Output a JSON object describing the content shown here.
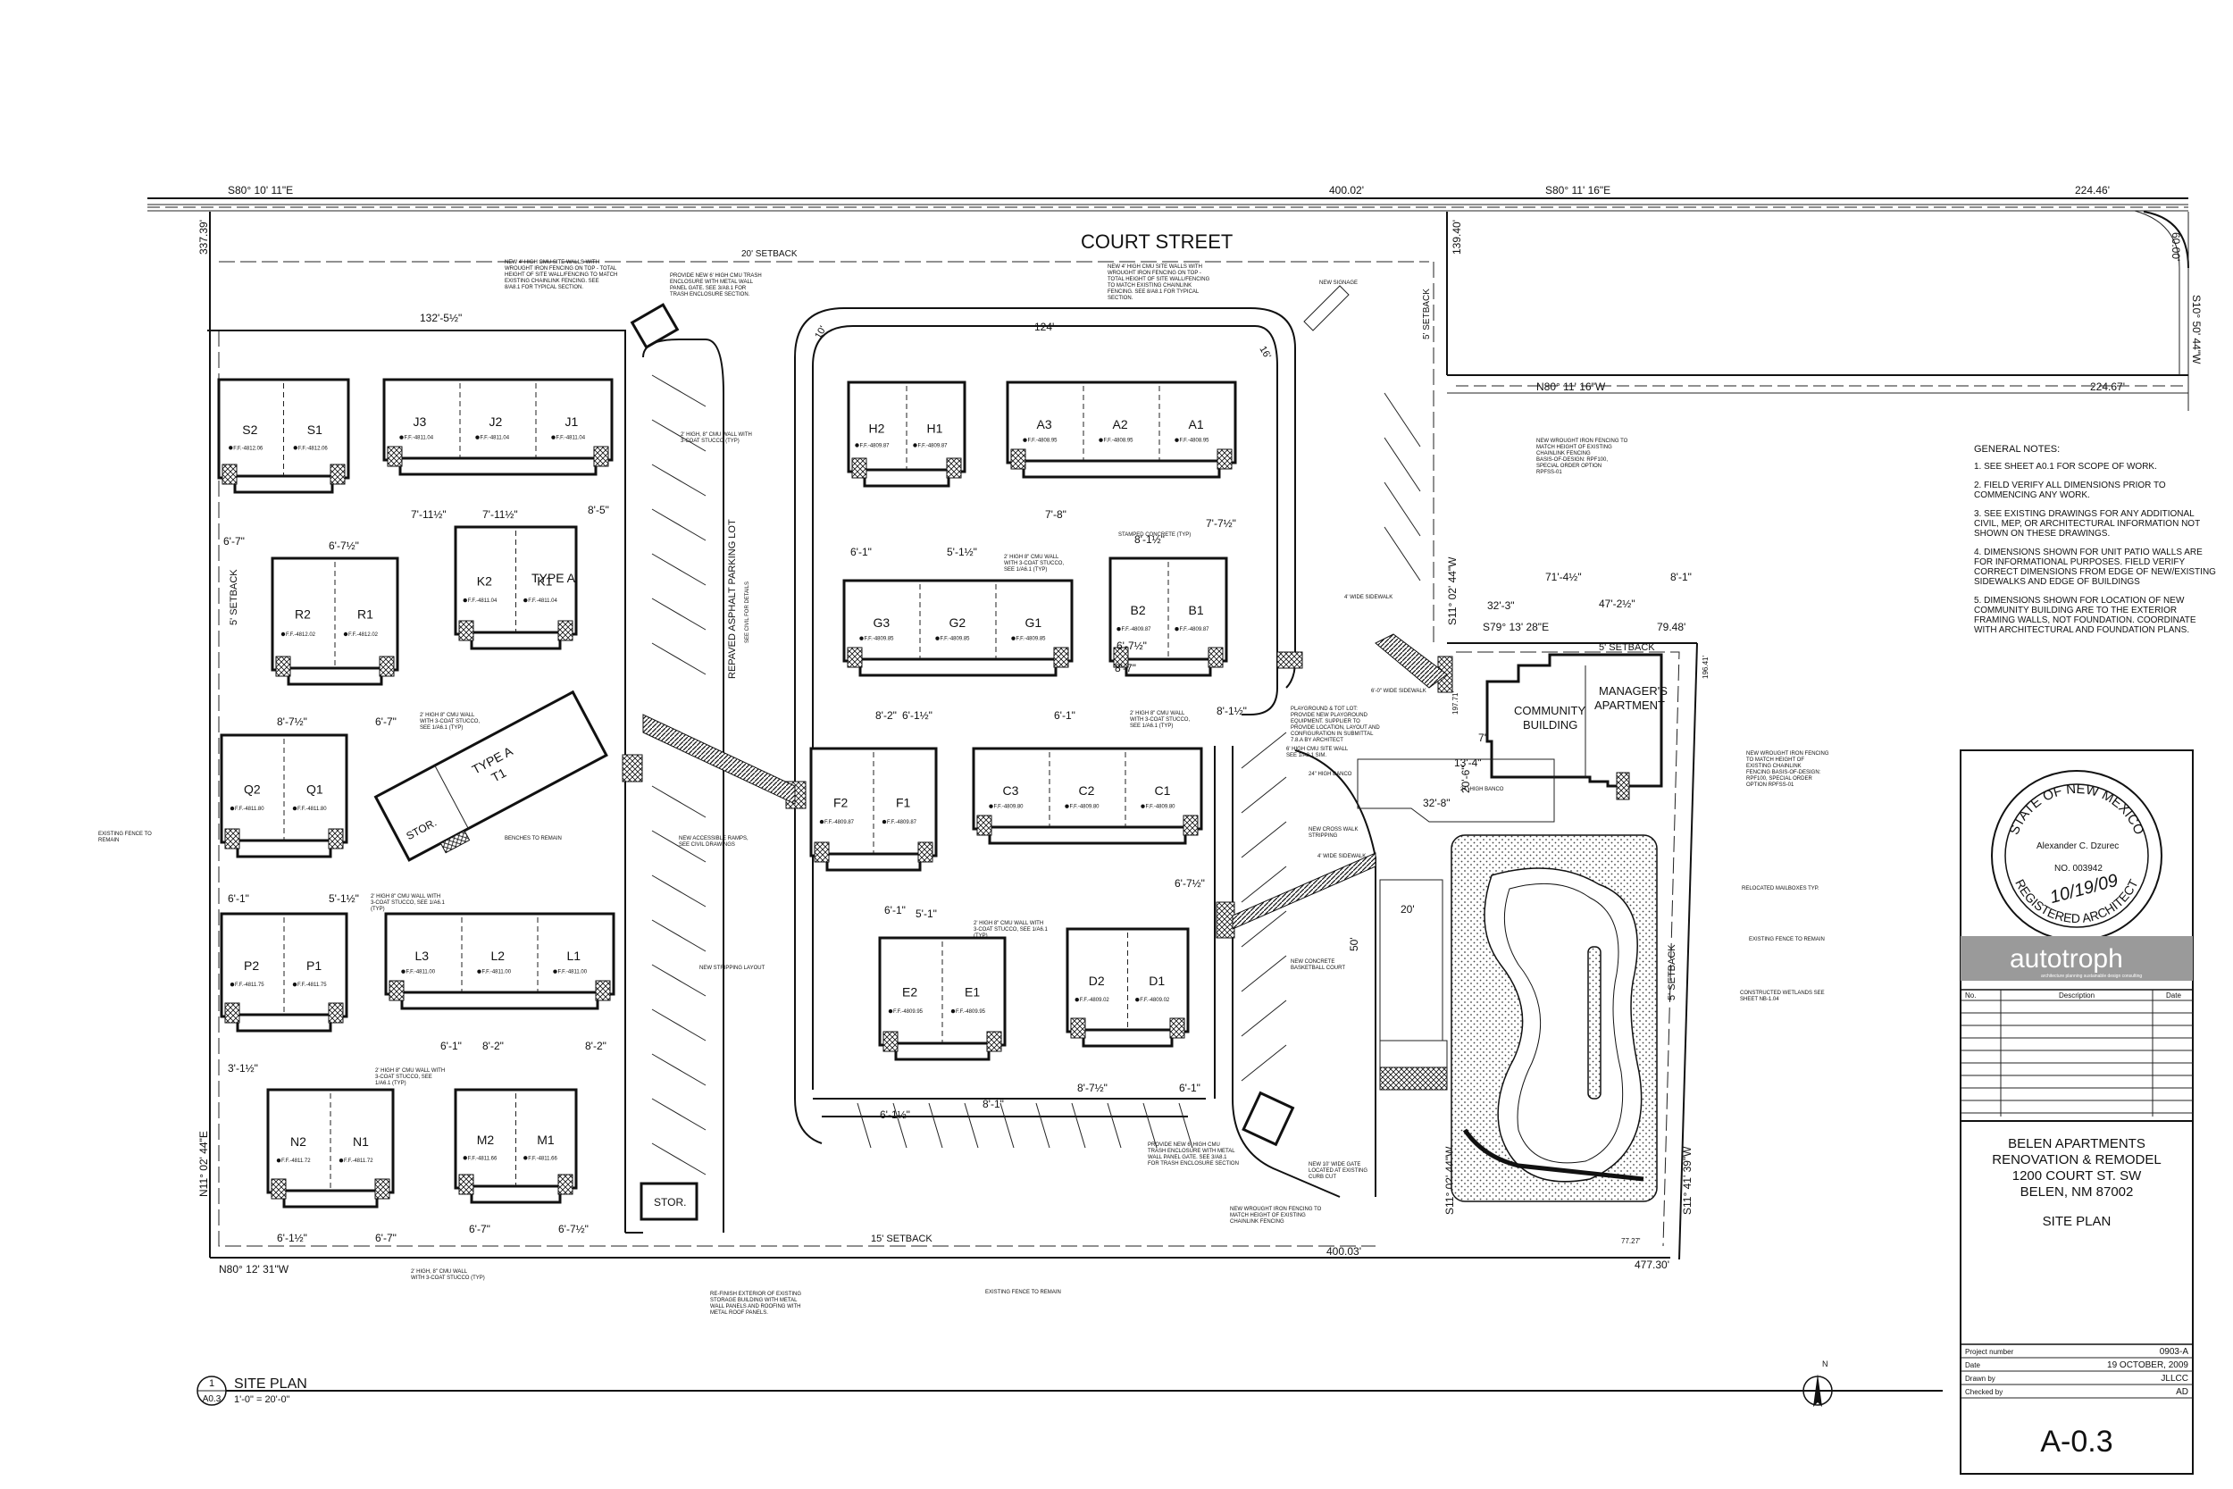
{
  "plan": {
    "street_name": "COURT STREET",
    "setback_20": "20' SETBACK",
    "setback_15": "15' SETBACK",
    "setback_5_left": "5' SETBACK",
    "setback_5_top": "5' SETBACK",
    "setback_5_right": "5' SETBACK",
    "setback_5_east": "5' SETBACK",
    "parking_lot": "REPAVED ASPHALT PARKING LOT",
    "parking_sub": "SEE CIVIL FOR DETAILS",
    "stor_1": "STOR.",
    "stor_2": "STOR.",
    "community": "COMMUNITY\nBUILDING",
    "community_l1": "COMMUNITY",
    "community_l2": "BUILDING",
    "manager_l1": "MANAGER'S",
    "manager_l2": "APARTMENT",
    "type_a_1": "TYPE A",
    "type_a_t1": "T1",
    "type_a_2": "TYPE A",
    "dim_20": "20'",
    "dim_50": "50'",
    "dim_124": "124'",
    "dim_10": "10'",
    "dim_16": "16'"
  },
  "units": [
    {
      "a": "S2",
      "b": "S1",
      "ffa": "F.F.-4812.06",
      "ffb": "F.F.-4812.06"
    },
    {
      "a": "J3",
      "b": "J2",
      "c": "J1",
      "ffa": "F.F.-4811.04",
      "ffb": "F.F.-4811.04",
      "ffc": "F.F.-4811.04"
    },
    {
      "a": "H2",
      "b": "H1",
      "ffa": "F.F.-4809.87",
      "ffb": "F.F.-4809.87"
    },
    {
      "a": "A3",
      "b": "A2",
      "c": "A1",
      "ffa": "F.F.-4808.95",
      "ffb": "F.F.-4808.95",
      "ffc": "F.F.-4808.95"
    },
    {
      "a": "R2",
      "b": "R1",
      "ffa": "F.F.-4812.02",
      "ffb": "F.F.-4812.02"
    },
    {
      "a": "K2",
      "b": "K1",
      "ffa": "F.F.-4811.04",
      "ffb": "F.F.-4811.04"
    },
    {
      "a": "G3",
      "b": "G2",
      "c": "G1",
      "ffa": "F.F.-4809.85",
      "ffb": "F.F.-4809.85",
      "ffc": "F.F.-4809.85"
    },
    {
      "a": "B2",
      "b": "B1",
      "ffa": "F.F.-4809.87",
      "ffb": "F.F.-4809.87"
    },
    {
      "a": "Q2",
      "b": "Q1",
      "ffa": "F.F.-4811.80",
      "ffb": "F.F.-4811.80"
    },
    {
      "a": "F2",
      "b": "F1",
      "ffa": "F.F.-4809.87",
      "ffb": "F.F.-4809.87"
    },
    {
      "a": "C3",
      "b": "C2",
      "c": "C1",
      "ffa": "F.F.-4809.80",
      "ffb": "F.F.-4809.80",
      "ffc": "F.F.-4809.80"
    },
    {
      "a": "P2",
      "b": "P1",
      "ffa": "F.F.-4811.75",
      "ffb": "F.F.-4811.75"
    },
    {
      "a": "L3",
      "b": "L2",
      "c": "L1",
      "ffa": "F.F.-4811.00",
      "ffb": "F.F.-4811.00",
      "ffc": "F.F.-4811.00"
    },
    {
      "a": "E2",
      "b": "E1",
      "ffa": "F.F.-4809.95",
      "ffb": "F.F.-4809.95"
    },
    {
      "a": "D2",
      "b": "D1",
      "ffa": "F.F.-4809.02",
      "ffb": "F.F.-4809.02"
    },
    {
      "a": "N2",
      "b": "N1",
      "ffa": "F.F.-4811.72",
      "ffb": "F.F.-4811.72"
    },
    {
      "a": "M2",
      "b": "M1",
      "ffa": "F.F.-4811.66",
      "ffb": "F.F.-4811.66"
    }
  ],
  "bearings": {
    "top_left": "S80° 10' 11\"E",
    "top_mid": "400.02'",
    "top_right": "S80° 11' 16\"E",
    "top_far": "224.46'",
    "left_vert": "337.39'",
    "mid_vert": "139.40'",
    "right_vert": "S10° 50' 44\"W",
    "right_vert2": "60.00'",
    "inner": "N80° 11' 16\"W",
    "inner_len": "224.67'",
    "bottom_left": "N80° 12' 31\"W",
    "bottom_mid": "400.03'",
    "bottom_right": "477.30'",
    "left_side": "N11° 02' 44\"E",
    "mgr_bearing": "S79° 13' 28\"E",
    "mgr_len": "79.48'",
    "mgr_vert": "S11° 02' 44\"W",
    "right_side": "S11° 41' 39\"W",
    "lower_mid_vert": "S11° 02' 44\"W",
    "vert_197": "197.71'",
    "vert_196": "196.41'",
    "dim_132": "132'-5½\"",
    "dim_71": "71'-4½\"",
    "dim_47": "47'-2½\"",
    "dim_32a": "32'-3\"",
    "dim_8a": "8'-1\"",
    "dim_32b": "32'-8\"",
    "dim_13": "13'-4\"",
    "dim_20b": "20'-6\"",
    "dim_7": "7'-6\"",
    "dim_77": "77.27'"
  },
  "small_dims": [
    "6'-7\"",
    "6'-7½\"",
    "7'-11½\"",
    "7'-11½\"",
    "8'-5\"",
    "6'-1\"",
    "5'-1½\"",
    "7'-8\"",
    "7'-7½\"",
    "8'-7½\"",
    "6'-7\"",
    "6'-7½\"",
    "6'-1½\"",
    "6'-1\"",
    "8'-2\"",
    "8'-1½\"",
    "8'-7\"",
    "5'-1½\"",
    "6'-1\"",
    "5'-1\"",
    "6'-7½\"",
    "3'-1½\"",
    "6'-1\"",
    "8'-2\"",
    "8'-2\"",
    "8'-7½\"",
    "6'-1\"",
    "6'-1½\"",
    "8'-1\"",
    "6'-1½\"",
    "6'-7\"",
    "6'-7\"",
    "6'-7½\"",
    "6'-1\"",
    "8'-1½\""
  ],
  "notes": {
    "n1": "NEW 4' HIGH CMU SITE WALLS WITH WROUGHT IRON FENCING ON TOP - TOTAL HEIGHT OF SITE WALL/FENCING TO MATCH EXISTING CHAINLINK FENCING. SEE 8/A8.1 FOR TYPICAL SECTION.",
    "n2": "PROVIDE NEW 6' HIGH CMU TRASH ENCLOSURE WITH METAL WALL PANEL GATE. SEE 3/A8.1 FOR TRASH ENCLOSURE SECTION.",
    "n3": "NEW 4' HIGH CMU SITE WALLS WITH WROUGHT IRON FENCING ON TOP - TOTAL HEIGHT OF SITE WALL/FENCING TO MATCH EXISTING CHAINLINK FENCING. SEE 8/A8.1 FOR TYPICAL SECTION.",
    "n4": "NEW SIGNAGE",
    "n5": "NEW WROUGHT IRON FENCING TO MATCH HEIGHT OF EXISTING CHAINLINK FENCING BASIS-OF-DESIGN: RPF100, SPECIAL ORDER OPTION RPFSS-01",
    "n6": "2' HIGH, 8\" CMU WALL WITH 3-COAT STUCCO (TYP)",
    "n7": "STAMPED CONCRETE (TYP)",
    "n8": "2' HIGH 8\" CMU WALL WITH 3-COAT STUCCO, SEE 1/A6.1 (TYP)",
    "n9": "2' HIGH 8\" CMU WALL WITH 3-COAT STUCCO, SEE 1/A6.1 (TYP)",
    "n10": "2' HIGH 8\" CMU WALL WITH 3-COAT STUCCO, SEE 1/A6.1 (TYP)",
    "n11": "4' WIDE SIDEWALK",
    "n12": "6'-0\" WIDE SIDEWALK",
    "n13": "PLAYGROUND & TOT LOT: PROVIDE NEW PLAYGROUND EQUIPMENT. SUPPLIER TO PROVIDE LOCATION, LAYOUT AND CONFIGURATION IN SUBMITTAL 7.8.A BY ARCHITECT",
    "n14": "6' HIGH CMU SITE WALL SEE 1/A8.1 SIM.",
    "n15": "24\" HIGH BANCO",
    "n16": "24\" HIGH BANCO",
    "n17": "BENCHES TO REMAIN",
    "n18": "NEW ACCESSIBLE RAMPS, SEE CIVIL DRAWINGS",
    "n19": "EXISTING FENCE TO REMAIN",
    "n20": "2' HIGH 8\" CMU WALL WITH 3-COAT STUCCO, SEE 1/A6.1 (TYP)",
    "n21": "NEW CROSS WALK STRIPPING",
    "n22": "4' WIDE SIDEWALK",
    "n23": "NEW WROUGHT IRON FENCING TO MATCH HEIGHT OF EXISTING CHAINLINK FENCING BASIS-OF-DESIGN: RPF100, SPECIAL ORDER OPTION RPFSS-01",
    "n24": "RELOCATED MAILBOXES TYP.",
    "n25": "EXISTING FENCE TO REMAIN",
    "n26": "2' HIGH 8\" CMU WALL WITH 3-COAT STUCCO, SEE 1/A6.1 (TYP)",
    "n27": "NEW STRIPPING LAYOUT",
    "n28": "NEW CONCRETE BASKETBALL COURT",
    "n29": "CONSTRUCTED WETLANDS SEE SHEET NB-1.04",
    "n30": "2' HIGH 8\" CMU WALL WITH 3-COAT STUCCO, SEE 1/A6.1 (TYP)",
    "n31": "PROVIDE NEW 6' HIGH CMU TRASH ENCLOSURE WITH METAL WALL PANEL GATE. SEE 3/A8.1 FOR TRASH ENCLOSURE SECTION",
    "n32": "NEW 10' WIDE GATE LOCATED AT EXISTING CURB CUT",
    "n33": "NEW WROUGHT IRON FENCING TO MATCH HEIGHT OF EXISTING CHAINLINK FENCING",
    "n34": "2' HIGH, 8\" CMU WALL WITH 3-COAT STUCCO (TYP)",
    "n35": "RE-FINISH EXTERIOR OF EXISTING STORAGE BUILDING WITH METAL WALL PANELS AND ROOFING WITH METAL ROOF PANELS.",
    "n36": "EXISTING FENCE TO REMAIN",
    "n37": "EXISTING FENCE TO REMAIN"
  },
  "general_notes": {
    "title": "GENERAL NOTES:",
    "items": [
      "1. SEE SHEET A0.1 FOR SCOPE OF WORK.",
      "2. FIELD VERIFY ALL DIMENSIONS PRIOR TO COMMENCING ANY WORK.",
      "3. SEE EXISTING DRAWINGS FOR ANY ADDITIONAL CIVIL, MEP, OR ARCHITECTURAL INFORMATION NOT SHOWN ON THESE DRAWINGS.",
      "4. DIMENSIONS SHOWN FOR UNIT PATIO WALLS ARE FOR INFORMATIONAL PURPOSES. FIELD VERIFY CORRECT DIMENSIONS FROM EDGE OF NEW/EXISTING SIDEWALKS AND EDGE OF BUILDINGS",
      "5. DIMENSIONS SHOWN FOR LOCATION OF NEW COMMUNITY BUILDING ARE TO THE EXTERIOR FRAMING WALLS, NOT FOUNDATION. COORDINATE WITH ARCHITECTURAL AND FOUNDATION PLANS."
    ]
  },
  "seal": {
    "top": "STATE OF NEW MEXICO",
    "bottom": "REGISTERED ARCHITECT",
    "name": "Alexander C. Dzurec",
    "number": "NO. 003942",
    "signature_date": "10/19/09"
  },
  "firm": {
    "logo": "autotroph",
    "tagline": "architecture planning sustainable design consulting"
  },
  "revisions": {
    "col_no": "No.",
    "col_desc": "Description",
    "col_date": "Date"
  },
  "project": {
    "line1": "BELEN APARTMENTS",
    "line2": "RENOVATION & REMODEL",
    "line3": "1200 COURT ST. SW",
    "line4": "BELEN, NM 87002",
    "sheet_title": "SITE PLAN"
  },
  "titleblock": {
    "project_number_label": "Project number",
    "project_number": "0903-A",
    "date_label": "Date",
    "date": "19 OCTOBER, 2009",
    "drawn_label": "Drawn by",
    "drawn": "JLLCC",
    "checked_label": "Checked by",
    "checked": "AD",
    "sheet_number": "A-0.3"
  },
  "drawing_title": {
    "number": "1",
    "sheet_ref": "A0.3",
    "title": "SITE PLAN",
    "scale": "1'-0\" = 20'-0\""
  },
  "north": "N"
}
